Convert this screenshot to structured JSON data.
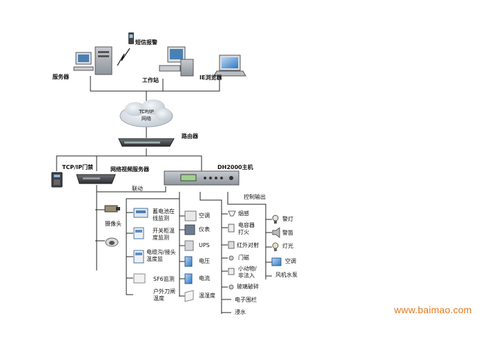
{
  "labels": {
    "sms_alarm": "短信报警",
    "server": "服务器",
    "workstation": "工作站",
    "ie_browser": "IE浏览器",
    "network": "TCP/IP\n网络",
    "router": "路由器",
    "access_control": "TCP/IP门禁",
    "video_server": "网络视频服务器",
    "main_unit": "DH2000主机",
    "linkage": "联动",
    "control_output": "控制输出",
    "camera": "摄像头"
  },
  "column1": [
    "蓄电池在线监测",
    "开关柜温度监测",
    "电缆沟/接头温度监",
    "SF6监测",
    "户外刀闸温度"
  ],
  "column2": [
    "空调",
    "仪表",
    "UPS",
    "电压",
    "电流",
    "温湿度"
  ],
  "column3": [
    "烟感",
    "电容器打火",
    "红外对射",
    "门磁",
    "小动物/非法入",
    "玻璃破碎",
    "电子围栏",
    "浸水"
  ],
  "column4": [
    "警灯",
    "警笛",
    "灯光",
    "空调",
    "风机水泵"
  ],
  "watermark": "www.baimao.com"
}
